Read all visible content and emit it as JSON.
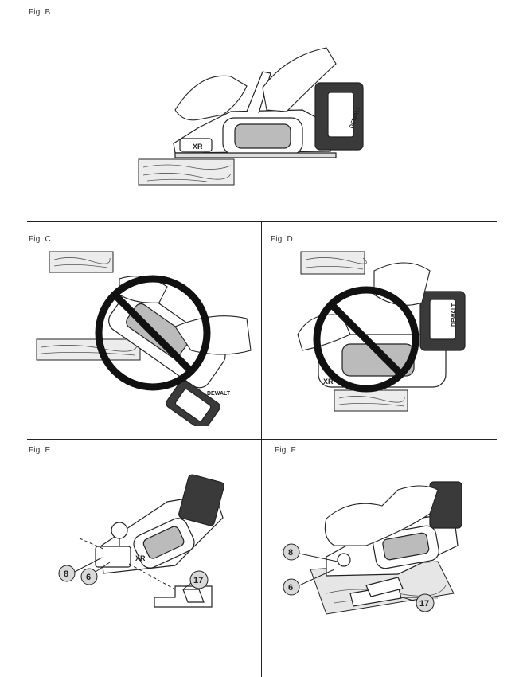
{
  "figures": {
    "b": {
      "label": "Fig. B"
    },
    "c": {
      "label": "Fig. C"
    },
    "d": {
      "label": "Fig. D"
    },
    "e": {
      "label": "Fig. E",
      "callouts": [
        "8",
        "6",
        "17"
      ]
    },
    "f": {
      "label": "Fig. F",
      "callouts": [
        "8",
        "6",
        "17"
      ]
    }
  },
  "brand_text": "DEWALT",
  "logo_text": "XR",
  "colors": {
    "line": "#222222",
    "callout_fill": "#d9d9d9",
    "wood": "#ececec",
    "battery": "#3a3a3a"
  }
}
